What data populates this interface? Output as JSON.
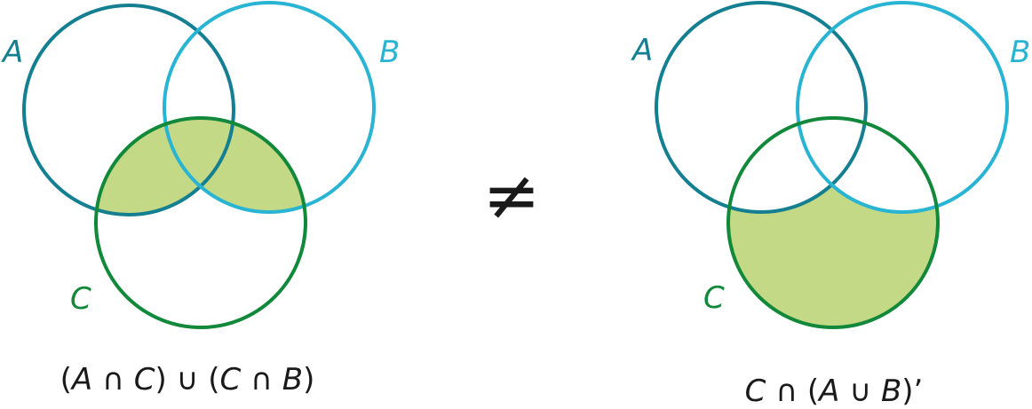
{
  "colors": {
    "set_a": "#147f91",
    "set_b": "#28b4d2",
    "set_c": "#11883a",
    "shade": "#c4d985",
    "text": "#1a1a1a"
  },
  "symbol_between": "≠",
  "left_diagram": {
    "labels": {
      "a": "A",
      "b": "B",
      "c": "C"
    },
    "caption": {
      "p1": "(",
      "a1": "A",
      "p2": " ∩ ",
      "c1": "C",
      "p3": ") ∪ (",
      "c2": "C",
      "p4": " ∩ ",
      "b1": "B",
      "p5": ")"
    }
  },
  "right_diagram": {
    "labels": {
      "a": "A",
      "b": "B",
      "c": "C"
    },
    "caption": {
      "c1": "C",
      "p1": " ∩ (",
      "a1": "A",
      "p2": " ∪ ",
      "b1": "B",
      "p3": ")’"
    }
  }
}
